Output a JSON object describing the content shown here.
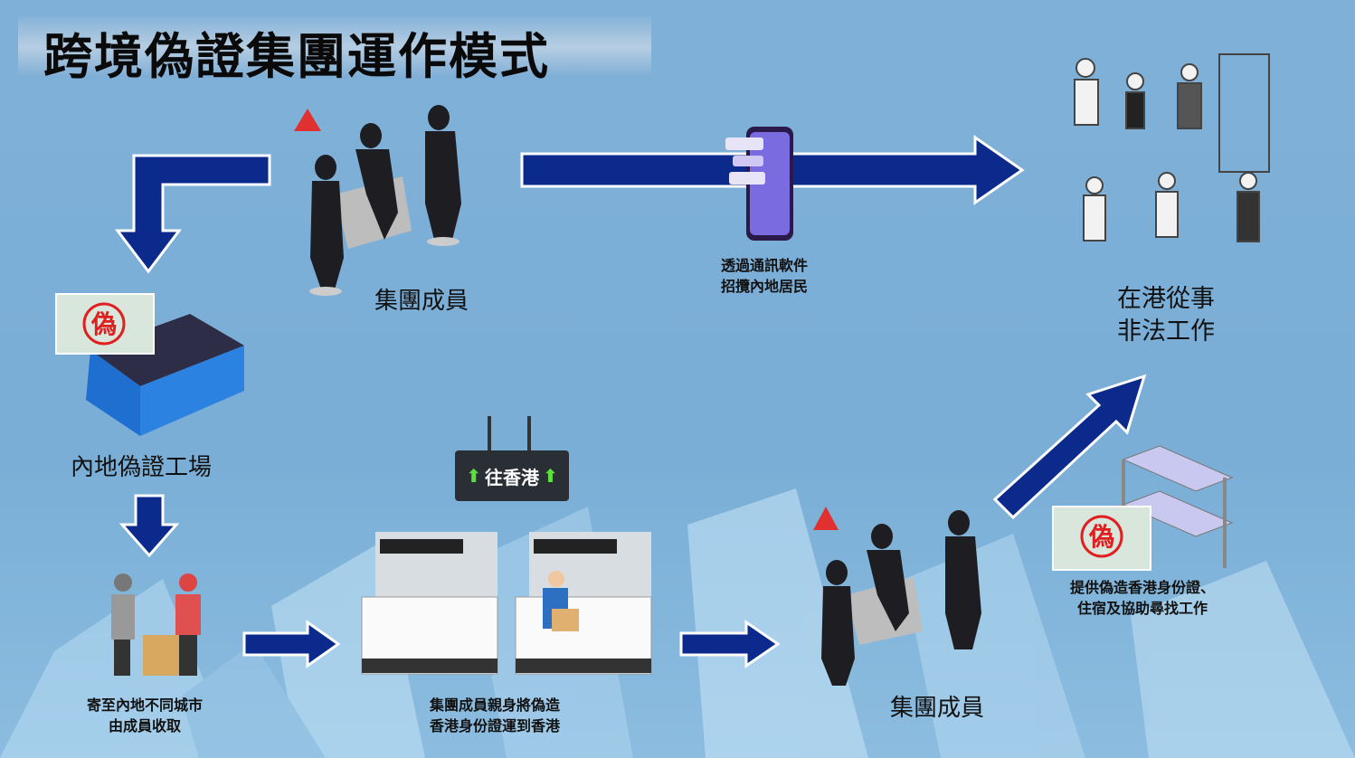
{
  "title": "跨境偽證集團運作模式",
  "steps": {
    "syndicate_top": "集團成員",
    "messaging": {
      "line1": "透過通訊軟件",
      "line2": "招攬內地居民"
    },
    "illegal_work": {
      "line1": "在港從事",
      "line2": "非法工作"
    },
    "factory": "內地偽證工場",
    "delivery": {
      "line1": "寄至內地不同城市",
      "line2": "由成員收取"
    },
    "transport": {
      "line1": "集團成員親身將偽造",
      "line2": "香港身份證運到香港"
    },
    "syndicate_bottom": "集團成員",
    "support": {
      "line1": "提供偽造香港身份證、",
      "line2": "住宿及協助尋找工作"
    }
  },
  "sign": {
    "text": "往香港",
    "arrow": "⬆"
  },
  "fake_stamp": "偽",
  "colors": {
    "arrow": "#0c2a8c",
    "background": "#7aaed6"
  }
}
